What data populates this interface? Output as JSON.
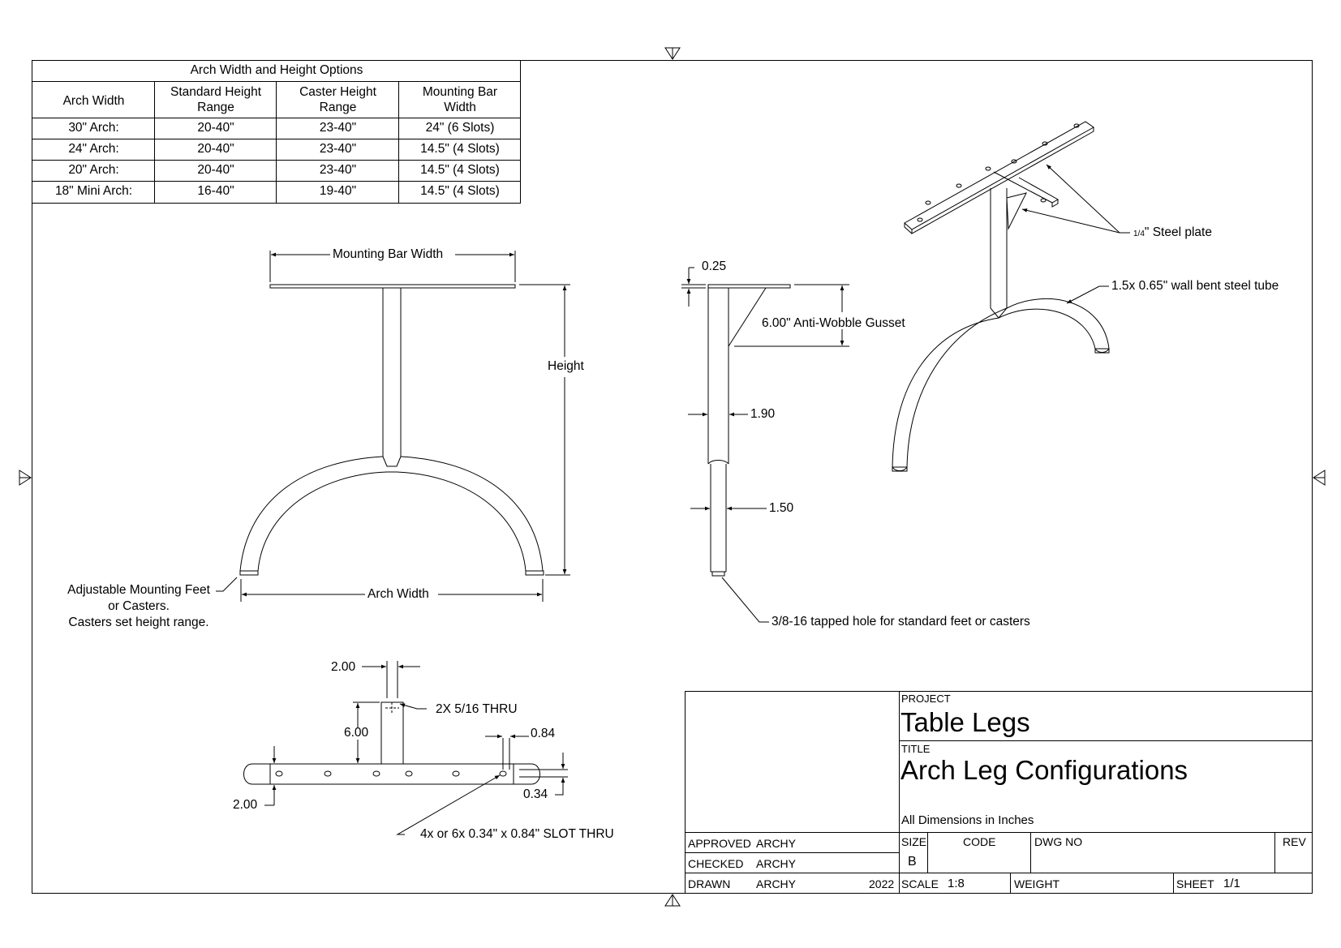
{
  "options_table": {
    "title": "Arch Width and Height Options",
    "headers": [
      "Arch Width",
      "Standard Height Range",
      "Caster Height Range",
      "Mounting Bar Width"
    ],
    "header_lines": [
      [
        "Arch Width"
      ],
      [
        "Standard Height",
        "Range"
      ],
      [
        "Caster Height",
        "Range"
      ],
      [
        "Mounting Bar",
        "Width"
      ]
    ],
    "rows": [
      [
        "30\" Arch:",
        "20-40\"",
        "23-40\"",
        "24\" (6 Slots)"
      ],
      [
        "24\" Arch:",
        "20-40\"",
        "23-40\"",
        "14.5\" (4 Slots)"
      ],
      [
        "20\" Arch:",
        "20-40\"",
        "23-40\"",
        "14.5\" (4 Slots)"
      ],
      [
        "18\" Mini Arch:",
        "16-40\"",
        "19-40\"",
        "14.5\" (4 Slots)"
      ]
    ]
  },
  "front_view": {
    "mounting_bar_width": "Mounting Bar Width",
    "height": "Height",
    "arch_width": "Arch Width",
    "feet_note": [
      "Adjustable Mounting Feet",
      "or Casters.",
      "Casters set height range."
    ]
  },
  "side_view": {
    "plate_thickness": "0.25",
    "gusset": "6.00\" Anti-Wobble Gusset",
    "upper_tube": "1.90",
    "lower_tube": "1.50",
    "tapped_hole": "3/8-16 tapped hole for standard feet or casters"
  },
  "iso_view": {
    "steel_plate_frac": "1/4",
    "steel_plate": "\" Steel plate",
    "tube": "1.5x 0.65\" wall bent steel tube"
  },
  "top_view": {
    "dim_a": "2.00",
    "dim_b": "6.00",
    "dim_c": "2.00",
    "holes": "2X 5/16 THRU",
    "slot_len": "0.84",
    "slot_wid": "0.34",
    "slots": "4x or 6x 0.34\" x 0.84\" SLOT THRU"
  },
  "title_block": {
    "project_label": "PROJECT",
    "project": "Table Legs",
    "title_label": "TITLE",
    "title": "Arch Leg Configurations",
    "note": "All Dimensions in Inches",
    "approved_label": "APPROVED",
    "approved": "ARCHY",
    "checked_label": "CHECKED",
    "checked": "ARCHY",
    "drawn_label": "DRAWN",
    "drawn": "ARCHY",
    "year": "2022",
    "size_label": "SIZE",
    "size": "B",
    "code_label": "CODE",
    "dwg_label": "DWG NO",
    "rev_label": "REV",
    "scale_label": "SCALE",
    "scale": "1:8",
    "weight_label": "WEIGHT",
    "sheet_label": "SHEET",
    "sheet": "1/1"
  }
}
